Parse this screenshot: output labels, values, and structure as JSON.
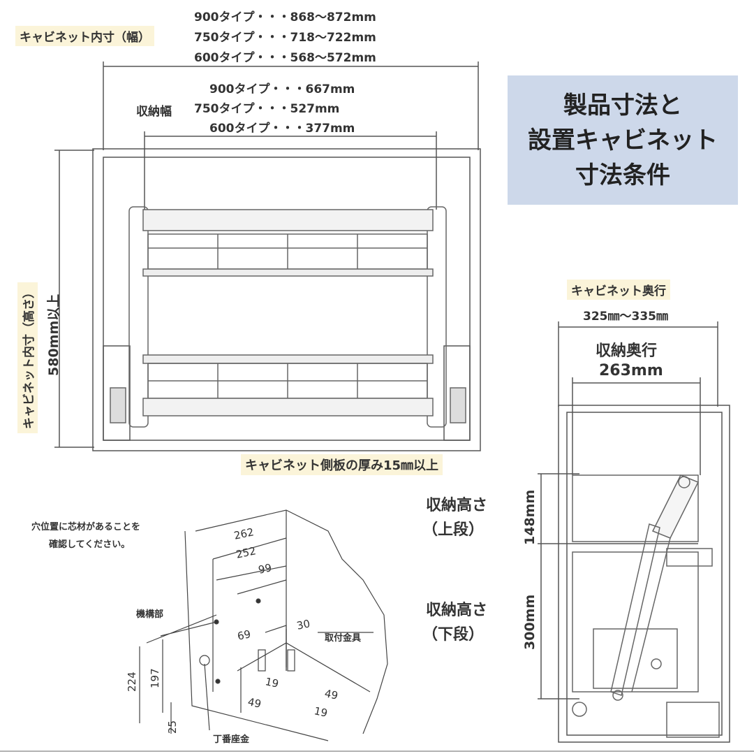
{
  "cabinet_width": {
    "label": "キャビネット内寸（幅）",
    "lines": [
      "900タイプ・・・868〜872mm",
      "750タイプ・・・718〜722mm",
      "600タイプ・・・568〜572mm"
    ]
  },
  "storage_width": {
    "label": "収納幅",
    "lines": [
      "900タイプ・・・667mm",
      "750タイプ・・・527mm",
      "600タイプ・・・377mm"
    ]
  },
  "cabinet_height": {
    "label": "キャビネット内寸（高さ）",
    "value": "580mm以上"
  },
  "title": {
    "lines": [
      "製品寸法と",
      "設置キャビネット",
      "寸法条件"
    ]
  },
  "colors": {
    "title_bg": "#cdd8ea",
    "label_bg": "#fbf4d9"
  },
  "cabinet_depth": {
    "label": "キャビネット奥行",
    "value": "325㎜〜335㎜"
  },
  "storage_depth": {
    "label": "収納奥行",
    "value": "263mm"
  },
  "side_panel": {
    "label": "キャビネット側板の厚み15㎜以上"
  },
  "upper": {
    "label1": "収納高さ",
    "label2": "（上段）",
    "value": "148mm"
  },
  "lower": {
    "label1": "収納高さ",
    "label2": "（下段）",
    "value": "300mm"
  },
  "mount": {
    "note": [
      "穴位置に芯材があることを",
      "確認してください。"
    ],
    "dims": [
      "262",
      "252",
      "99",
      "69",
      "30",
      "224",
      "197",
      "25",
      "19",
      "49",
      "49",
      "19"
    ],
    "labels": {
      "mechanism": "機構部",
      "bracket": "取付金具",
      "hinge_washer": "丁番座金"
    }
  }
}
